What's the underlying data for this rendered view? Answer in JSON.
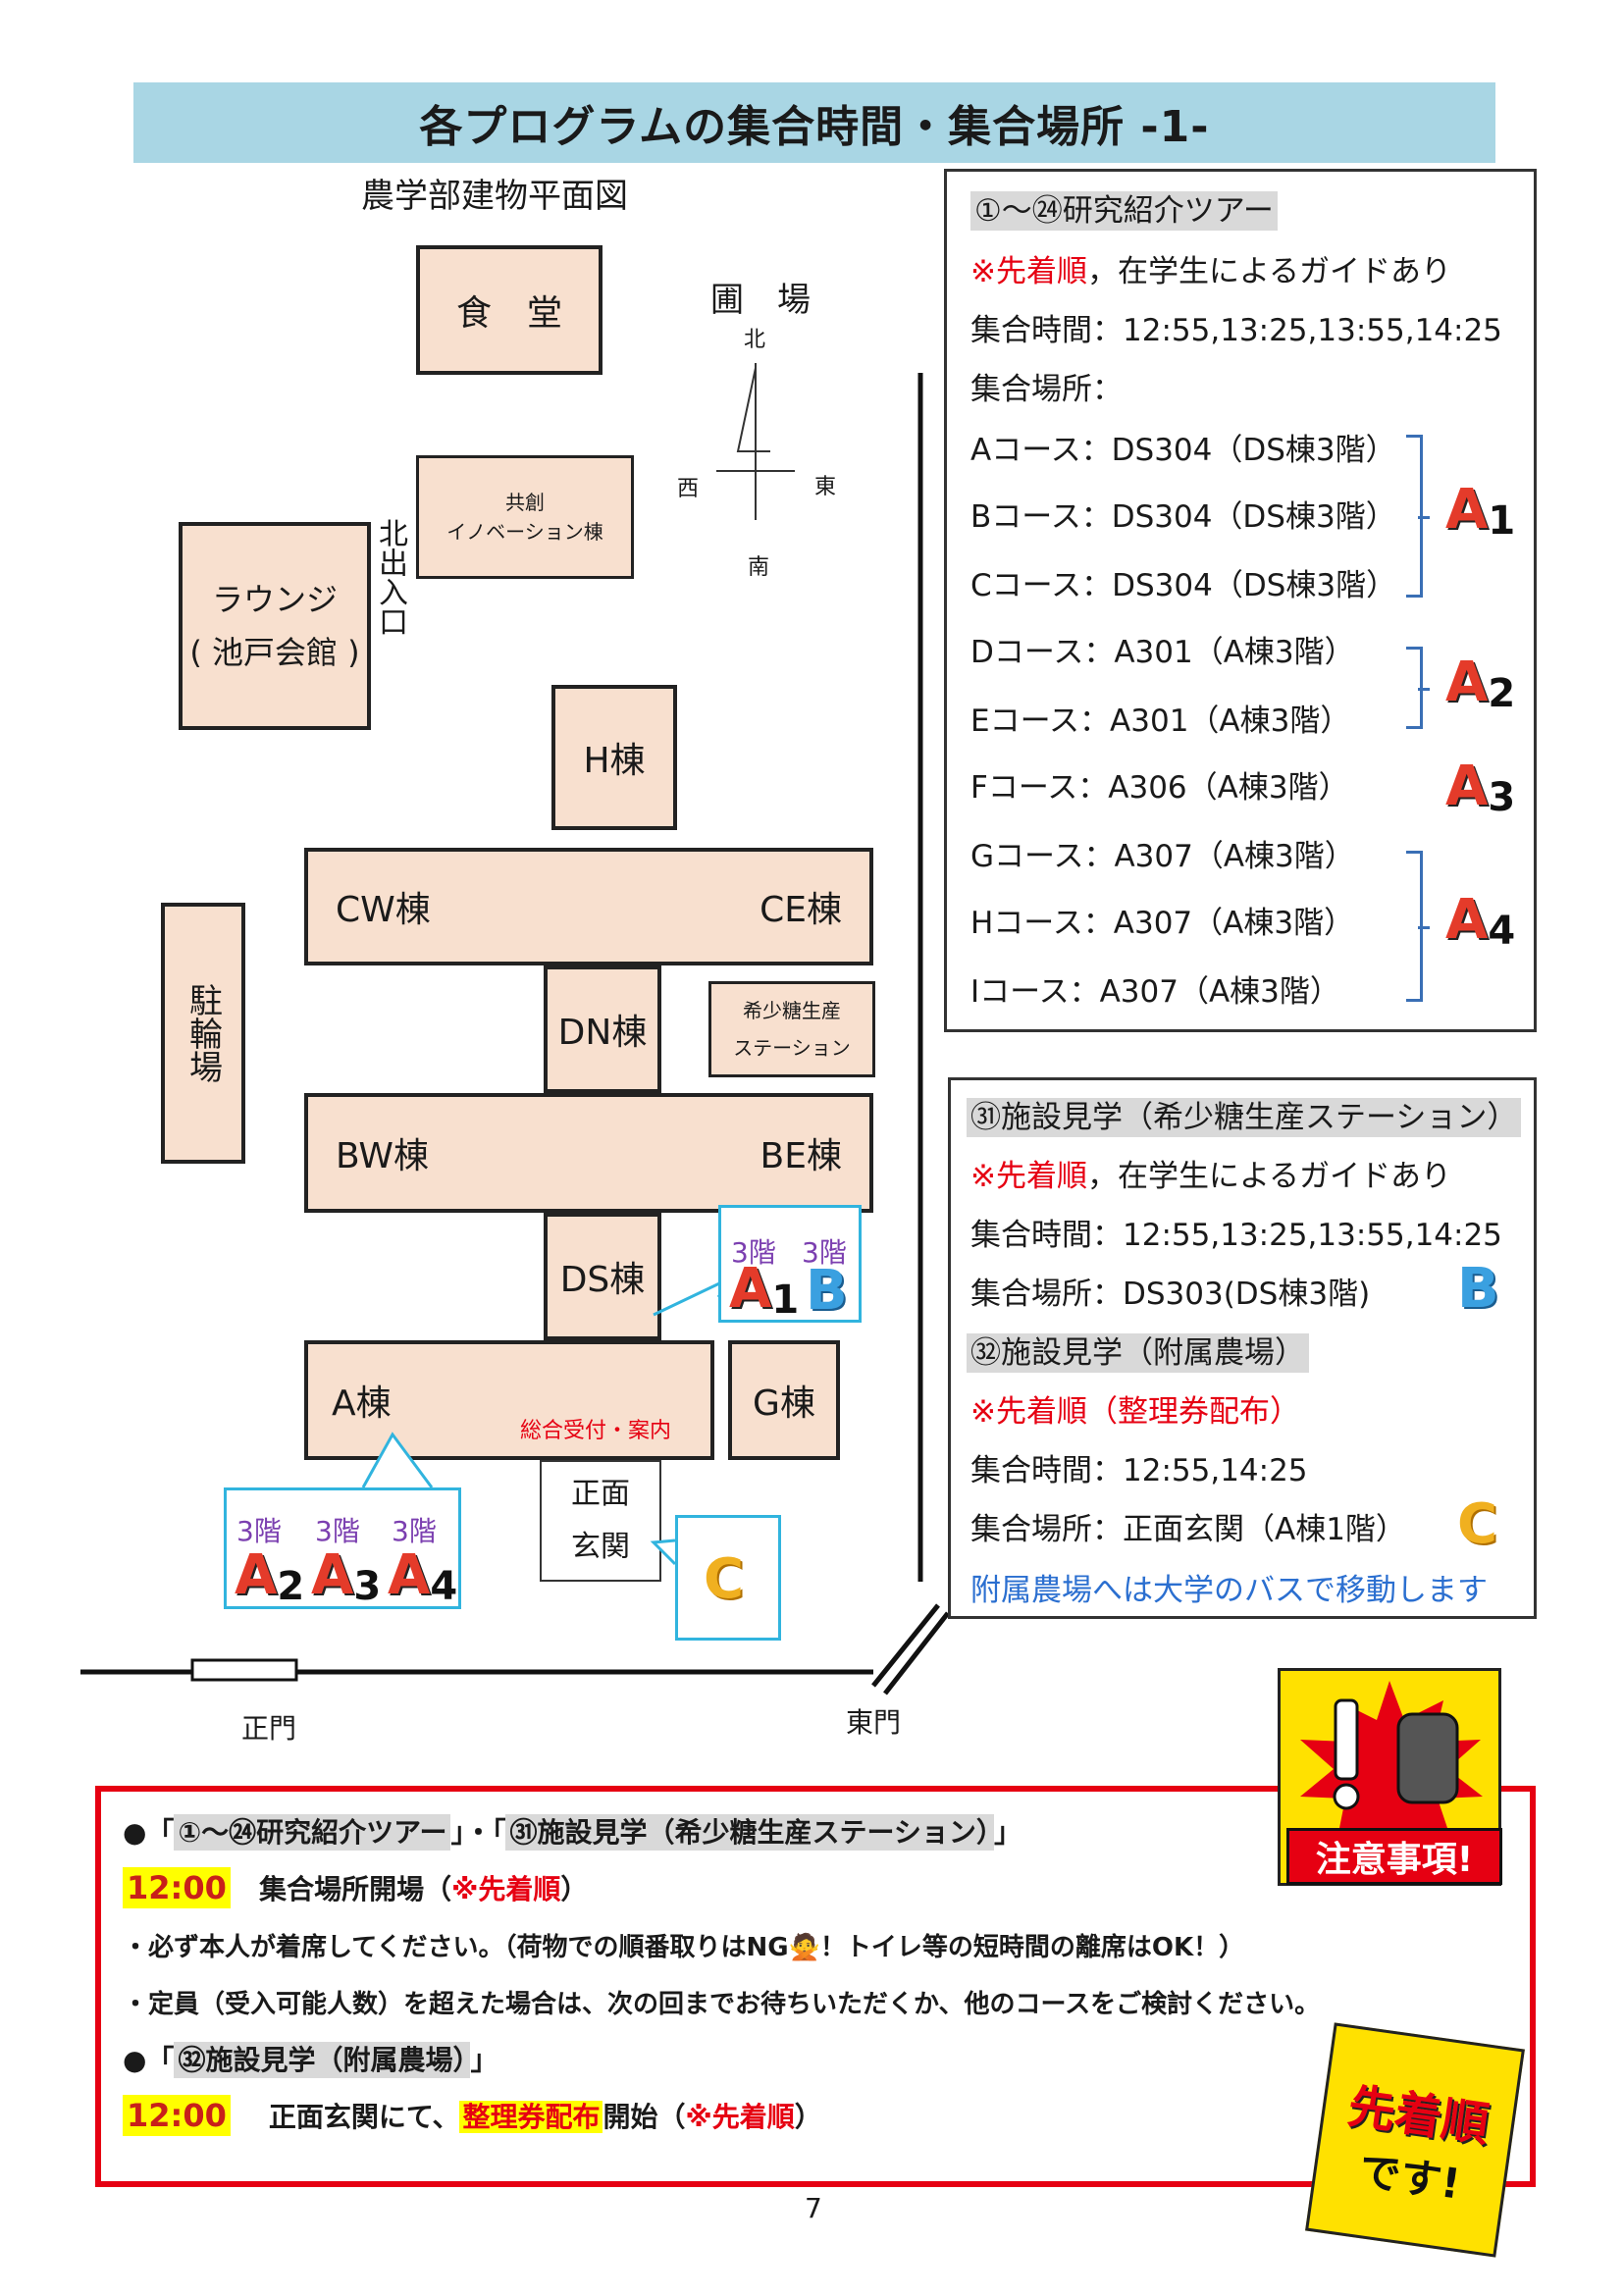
{
  "title": "各プログラムの集合時間・集合場所 -1-",
  "map": {
    "heading": "農学部建物平面図",
    "buildings": {
      "shokudo": "食　堂",
      "kyoso_line1": "共創",
      "kyoso_line2": "イノベーション棟",
      "lounge_line1": "ラウンジ",
      "lounge_line2": "( 池戸会館 )",
      "h": "H棟",
      "cw": "CW棟",
      "ce": "CE棟",
      "dn": "DN棟",
      "kisho_line1": "希少糖生産",
      "kisho_line2": "ステーション",
      "bw": "BW棟",
      "be": "BE棟",
      "ds": "DS棟",
      "a": "A棟",
      "g": "G棟",
      "churinjo": "駐輪場",
      "shomen_line1": "正面",
      "shomen_line2": "玄関"
    },
    "reception": "総合受付・案内",
    "enjo": "圃　場",
    "kita_deguchi": "北出入口",
    "seimon": "正門",
    "higashimon": "東門",
    "compass": {
      "n": "北",
      "s": "南",
      "e": "東",
      "w": "西"
    },
    "floor_label": "3階",
    "mascots": {
      "a1": "A",
      "a1_num": "1",
      "b": "B",
      "a2": "A",
      "a2_num": "2",
      "a3": "A",
      "a3_num": "3",
      "a4": "A",
      "a4_num": "4",
      "c": "C"
    }
  },
  "panel1": {
    "heading": "①～㉔研究紹介ツアー",
    "note_red": "※先着順",
    "note_rest": "，在学生によるガイドあり",
    "time": "集合時間：12:55,13:25,13:55,14:25",
    "place_label": "集合場所：",
    "courses": [
      "Aコース：DS304（DS棟3階）",
      "Bコース：DS304（DS棟3階）",
      "Cコース：DS304（DS棟3階）",
      "Dコース：A301（A棟3階）",
      "Eコース：A301（A棟3階）",
      "Fコース：A306（A棟3階）",
      "Gコース：A307（A棟3階）",
      "Hコース：A307（A棟3階）",
      "Iコース：A307（A棟3階）"
    ]
  },
  "panel2": {
    "heading1": "㉛施設見学（希少糖生産ステーション）",
    "note1_red": "※先着順",
    "note1_rest": "，在学生によるガイドあり",
    "time1": "集合時間：12:55,13:25,13:55,14:25",
    "place1": "集合場所：DS303(DS棟3階)",
    "heading2": "㉜施設見学（附属農場）",
    "note2": "※先着順（整理券配布）",
    "time2": "集合時間：12:55,14:25",
    "place2": "集合場所：正面玄関（A棟1階）",
    "bus_note": "附属農場へは大学のバスで移動します"
  },
  "notice": {
    "line1_a": "●「",
    "line1_b": "①～㉔研究紹介ツアー",
    "line1_c": "」・「",
    "line1_d": "㉛施設見学（希少糖生産ステーション）",
    "line1_e": "」",
    "time1": "12:00",
    "line2_a": "集合場所開場（",
    "line2_red": "※先着順",
    "line2_b": "）",
    "line3": "・必ず本人が着席してください。（荷物での順番取りはNG🙅！トイレ等の短時間の離席はOK！）",
    "line4": "・定員（受入可能人数）を超えた場合は、次の回までお待ちいただくか、他のコースをご検討ください。",
    "line5_a": "●「",
    "line5_b": "㉜施設見学（附属農場）",
    "line5_c": "」",
    "time2": "12:00",
    "line6_a": "正面玄関にて、",
    "line6_hl": "整理券配布",
    "line6_b": "開始（",
    "line6_red": "※先着順",
    "line6_c": "）",
    "badge_caution": "注意事項!",
    "badge_first_line1": "先着順",
    "badge_first_line2": "です!"
  },
  "page_number": "7",
  "colors": {
    "title_bg": "#a9d6e4",
    "building": "#f8e0cf",
    "red": "#e60012",
    "cyan": "#31b4de",
    "yellow": "#ffff00"
  }
}
